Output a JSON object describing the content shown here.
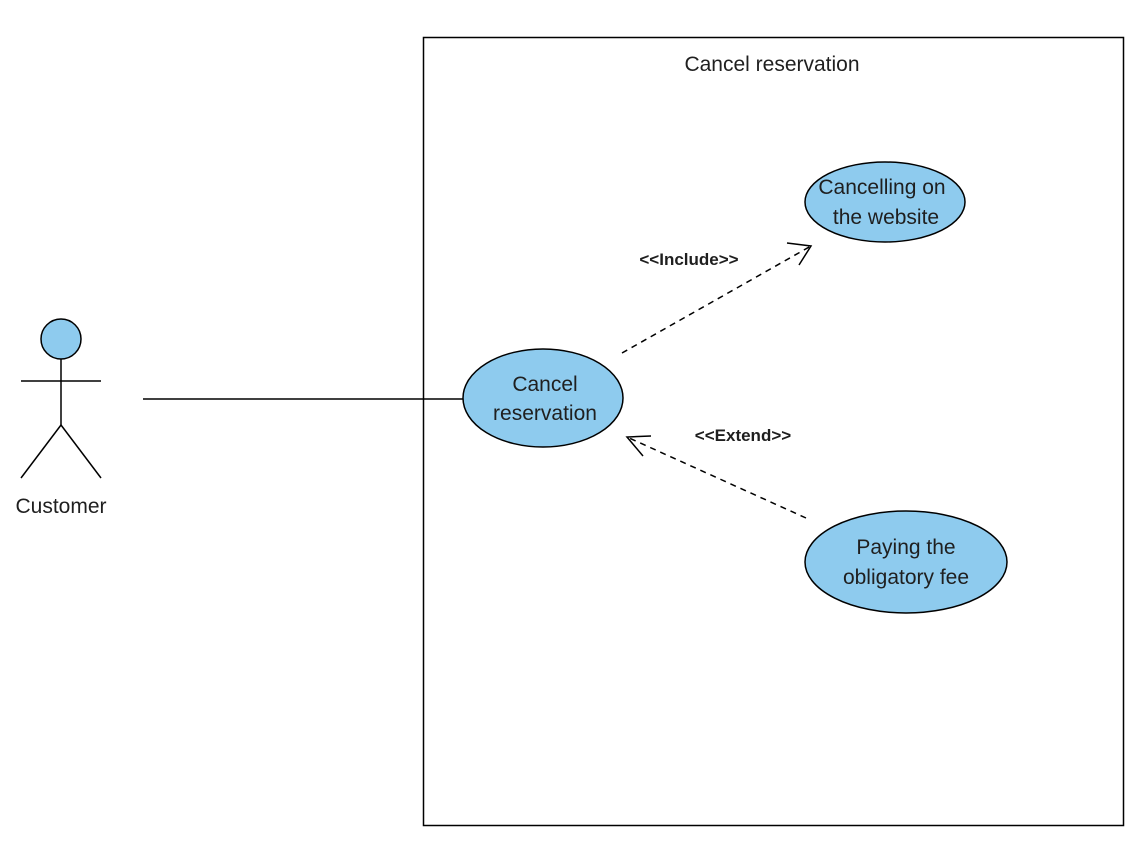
{
  "diagram": {
    "type": "uml-use-case",
    "colors": {
      "use_case_fill": "#8ecbee",
      "actor_fill": "#8ecbee",
      "stroke": "#000000",
      "text": "#1f1f1f",
      "background": "#ffffff"
    },
    "system": {
      "title": "Cancel reservation"
    },
    "actor": {
      "name": "Customer"
    },
    "use_cases": {
      "cancel_reservation": {
        "line1": "Cancel",
        "line2": "reservation"
      },
      "cancelling_website": {
        "line1": "Cancelling on",
        "line2": "the website"
      },
      "paying_fee": {
        "line1": "Paying the",
        "line2": "obligatory fee"
      }
    },
    "relationships": {
      "include": {
        "label": "<<Include>>",
        "from": "cancel_reservation",
        "to": "cancelling_website"
      },
      "extend": {
        "label": "<<Extend>>",
        "from": "paying_fee",
        "to": "cancel_reservation"
      },
      "association": {
        "from": "actor",
        "to": "cancel_reservation"
      }
    }
  }
}
